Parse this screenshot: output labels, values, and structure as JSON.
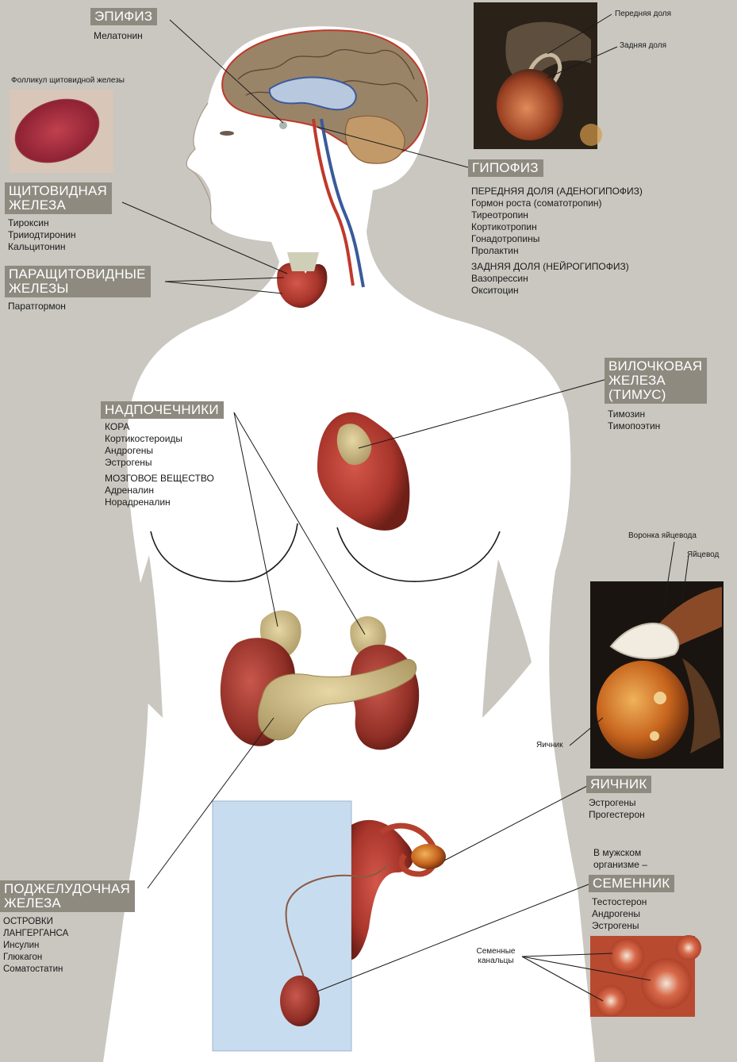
{
  "colors": {
    "background": "#c9c7c0",
    "body": "#ffffff",
    "tag_bg": "#8f8a80",
    "tag_text": "#ffffff",
    "line": "#1a1a1a",
    "organ_red": "#a8352b",
    "gland_yellow": "#c9b57a",
    "artery": "#c0392b",
    "vein": "#3a5a9a",
    "sheet_blue": "#c8dcef"
  },
  "epiphysis": {
    "title": "ЭПИФИЗ",
    "hormones": [
      "Мелатонин"
    ]
  },
  "pituitary": {
    "title": "ГИПОФИЗ",
    "anterior_header": "ПЕРЕДНЯЯ ДОЛЯ (АДЕНОГИПОФИЗ)",
    "anterior_hormones": [
      "Гормон роста (соматотропин)",
      "Тиреотропин",
      "Кортикотропин",
      "Гонадотропины",
      "Пролактин"
    ],
    "posterior_header": "ЗАДНЯЯ ДОЛЯ (НЕЙРОГИПОФИЗ)",
    "posterior_hormones": [
      "Вазопрессин",
      "Окситоцин"
    ],
    "photo_labels": {
      "anterior": "Передняя доля",
      "posterior": "Задняя доля"
    }
  },
  "thyroid": {
    "title_line1": "ЩИТОВИДНАЯ",
    "title_line2": "ЖЕЛЕЗА",
    "hormones": [
      "Тироксин",
      "Трииодтиронин",
      "Кальцитонин"
    ],
    "follicle_caption": "Фолликул щитовидной железы"
  },
  "parathyroid": {
    "title_line1": "ПАРАЩИТОВИДНЫЕ",
    "title_line2": "ЖЕЛЕЗЫ",
    "hormones": [
      "Паратгормон"
    ]
  },
  "thymus": {
    "title_line1": "ВИЛОЧКОВАЯ",
    "title_line2": "ЖЕЛЕЗА",
    "title_line3": "(ТИМУС)",
    "hormones": [
      "Тимозин",
      "Тимопоэтин"
    ]
  },
  "adrenal": {
    "title": "НАДПОЧЕЧНИКИ",
    "cortex_header": "КОРА",
    "cortex_hormones": [
      "Кортикостероиды",
      "Андрогены",
      "Эстрогены"
    ],
    "medulla_header": "МОЗГОВОЕ ВЕЩЕСТВО",
    "medulla_hormones": [
      "Адреналин",
      "Норадреналин"
    ]
  },
  "ovary": {
    "title": "ЯИЧНИК",
    "hormones": [
      "Эстрогены",
      "Прогестерон"
    ],
    "photo_labels": {
      "funnel": "Воронка яйцевода",
      "oviduct": "Яйцевод",
      "ovary": "Яичник"
    }
  },
  "pancreas": {
    "title_line1": "ПОДЖЕЛУДОЧНАЯ",
    "title_line2": "ЖЕЛЕЗА",
    "header_line1": "ОСТРОВКИ",
    "header_line2": "ЛАНГЕРГАНСА",
    "hormones": [
      "Инсулин",
      "Глюкагон",
      "Соматостатин"
    ]
  },
  "testis": {
    "intro_line1": "В мужском",
    "intro_line2": "организме –",
    "title": "СЕМЕННИК",
    "hormones": [
      "Тестостерон",
      "Андрогены",
      "Эстрогены"
    ],
    "tubules_line1": "Семенные",
    "tubules_line2": "канальцы"
  }
}
